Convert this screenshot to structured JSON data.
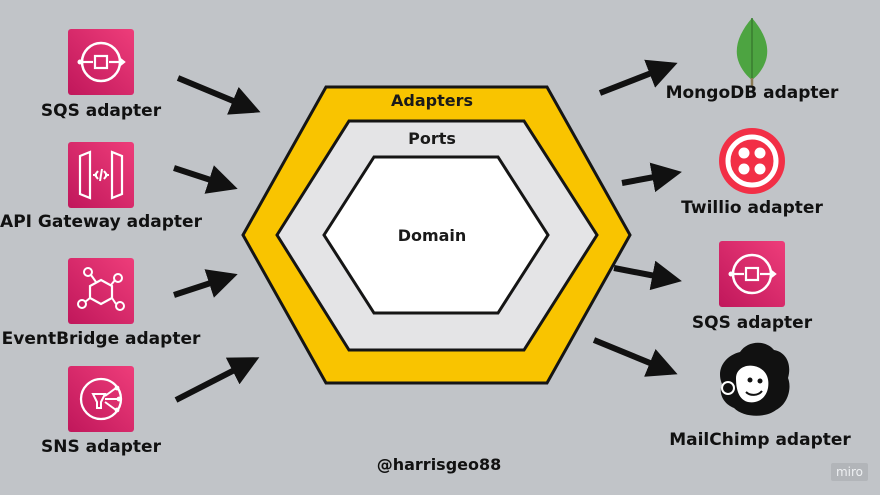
{
  "hexagon": {
    "outer_label": "Adapters",
    "middle_label": "Ports",
    "inner_label": "Domain"
  },
  "left_adapters": [
    {
      "label": "SQS adapter",
      "icon": "sqs-icon"
    },
    {
      "label": "API Gateway adapter",
      "icon": "api-gateway-icon"
    },
    {
      "label": "EventBridge adapter",
      "icon": "eventbridge-icon"
    },
    {
      "label": "SNS adapter",
      "icon": "sns-icon"
    }
  ],
  "right_adapters": [
    {
      "label": "MongoDB adapter",
      "icon": "mongodb-leaf-icon"
    },
    {
      "label": "Twillio adapter",
      "icon": "twilio-icon"
    },
    {
      "label": "SQS adapter",
      "icon": "sqs-icon"
    },
    {
      "label": "MailChimp adapter",
      "icon": "mailchimp-icon"
    }
  ],
  "credit": "@harrisgeo88",
  "watermark": "miro",
  "colors": {
    "background": "#c1c4c8",
    "adapters_ring": "#f9c400",
    "ports_ring": "#e4e4e6",
    "domain": "#ffffff",
    "aws_pink": "#e7336f",
    "twilio_red": "#f22f46",
    "mongodb_green": "#4da441"
  }
}
